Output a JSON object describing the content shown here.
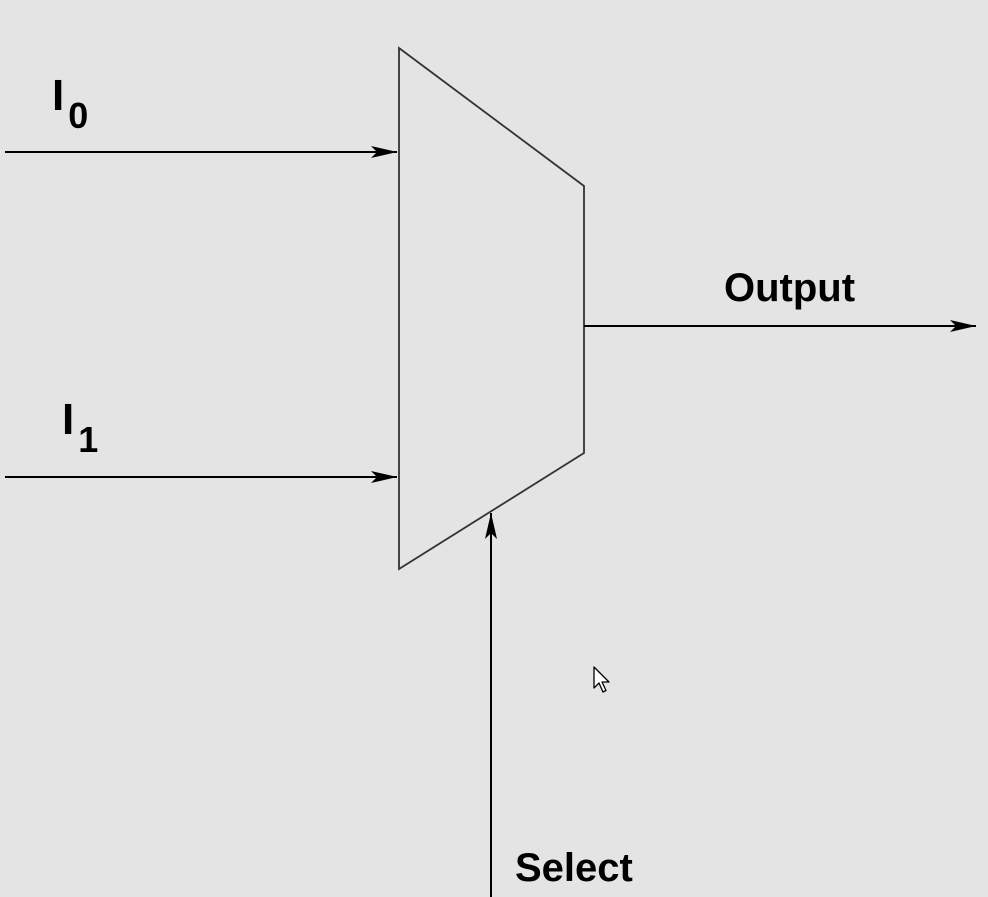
{
  "diagram": {
    "inputs": [
      {
        "main": "I",
        "sub": "0"
      },
      {
        "main": "I",
        "sub": "1"
      }
    ],
    "output_label": "Output",
    "select_label": "Select"
  },
  "colors": {
    "background": "#e4e4e4",
    "stroke": "#000000",
    "mux_fill": "#e4e4e4"
  },
  "icons": [
    "mouse-cursor-icon"
  ]
}
